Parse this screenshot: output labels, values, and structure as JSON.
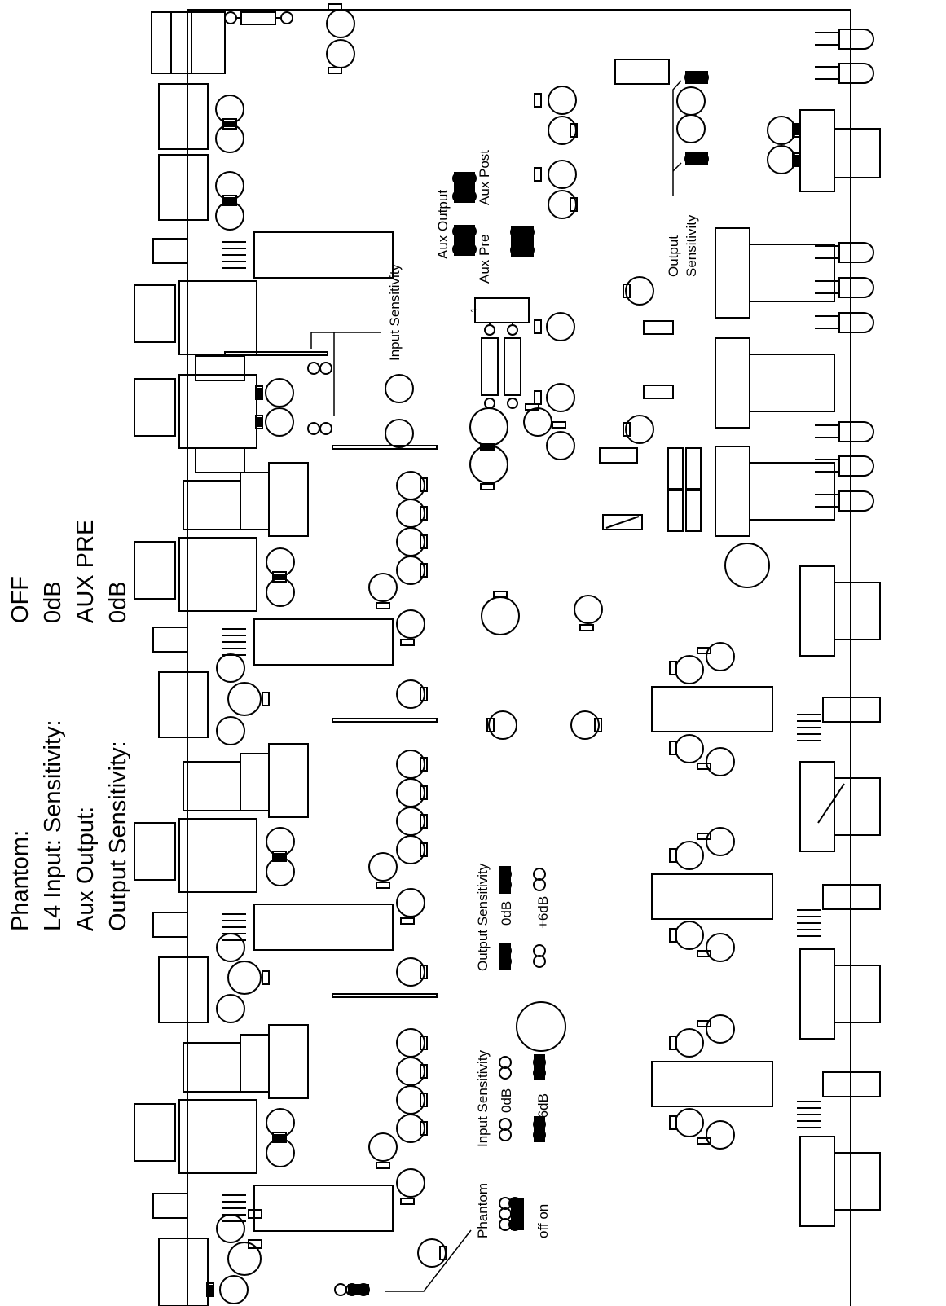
{
  "settings": {
    "rows": [
      {
        "label": "Phantom:",
        "value": "OFF"
      },
      {
        "label": "L4 Input: Sensitivity:",
        "value": "0dB"
      },
      {
        "label": "Aux Output:",
        "value": "AUX PRE"
      },
      {
        "label": "Output Sensitivity:",
        "value": "0dB"
      }
    ]
  },
  "labels": {
    "aux_output": "Aux Output",
    "aux_post": "Aux Post",
    "aux_pre": "Aux Pre",
    "input_sensitivity_top": "Input Sensitivity",
    "output_sensitivity_1": "Output",
    "output_sensitivity_2": "Sensitivity",
    "output_sensitivity_mid": "Output Sensitivity",
    "odb_out": "0dB",
    "plus6db": "+6dB",
    "input_sensitivity_bottom": "Input Sensitivity",
    "odb_in": "0dB",
    "minus6db": "-6dB",
    "phantom": "Phantom",
    "off_on": "off on",
    "pin_one": "1"
  },
  "colors": {
    "ink": "#000000",
    "paper": "#ffffff"
  }
}
